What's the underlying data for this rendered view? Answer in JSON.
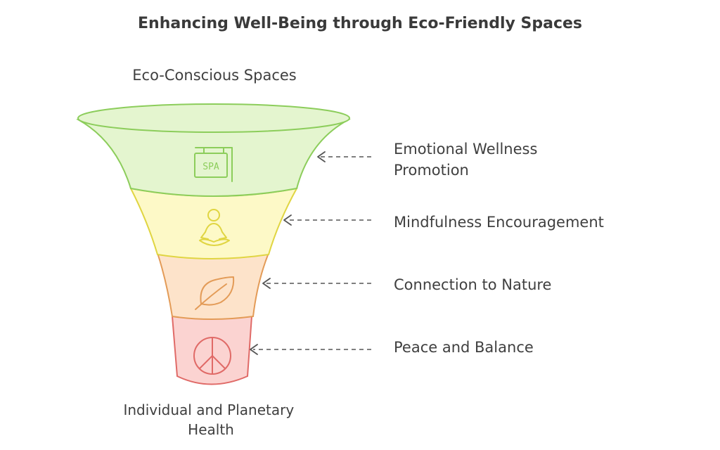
{
  "title": "Enhancing Well-Being through Eco-Friendly Spaces",
  "top_label": "Eco-Conscious Spaces",
  "bottom_label": [
    "Individual and Planetary",
    "Health"
  ],
  "stages": [
    {
      "label": [
        "Emotional Wellness",
        "Promotion"
      ],
      "icon": "spa-sign-icon",
      "fill": "#e4f5cf",
      "stroke": "#8ccd5b"
    },
    {
      "label": [
        "Mindfulness Encouragement"
      ],
      "icon": "meditation-icon",
      "fill": "#fdf9c7",
      "stroke": "#e0d542"
    },
    {
      "label": [
        "Connection to Nature"
      ],
      "icon": "leaf-icon",
      "fill": "#fde3ca",
      "stroke": "#e39b57"
    },
    {
      "label": [
        "Peace and Balance"
      ],
      "icon": "peace-icon",
      "fill": "#fbd3d1",
      "stroke": "#e06a67"
    }
  ],
  "icon_text": {
    "spa": "SPA"
  }
}
